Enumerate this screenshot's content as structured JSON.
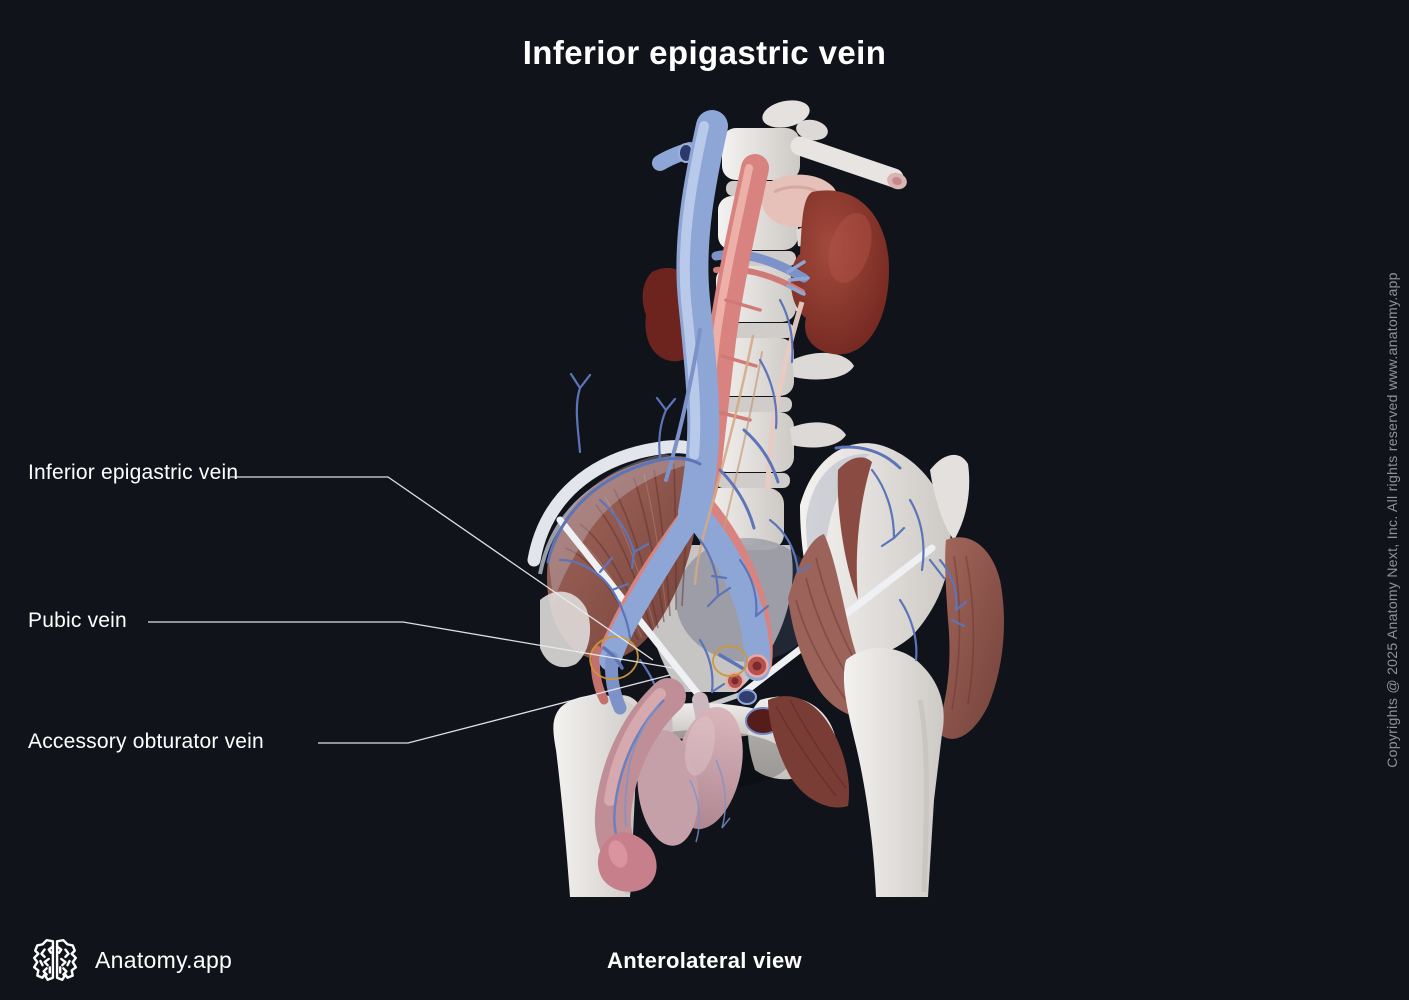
{
  "title": "Inferior epigastric vein",
  "labels": [
    {
      "id": "inferior-epigastric-vein",
      "text": "Inferior epigastric vein"
    },
    {
      "id": "pubic-vein",
      "text": "Pubic vein"
    },
    {
      "id": "accessory-obturator-vein",
      "text": "Accessory obturator vein"
    }
  ],
  "footer": {
    "brand": "Anatomy.app",
    "logo_icon": "brain-logo-icon",
    "view_label": "Anterolateral view"
  },
  "copyright": "Copyrights @ 2025 Anatomy Next, Inc. All rights reserved www.anatomy.app",
  "colors": {
    "background": "#10141a",
    "text_primary": "#ffffff",
    "text_muted": "#8f929a",
    "leader_line": "#e9ebef",
    "highlight_yellow": "#cf9733",
    "vein_blue": "#8ea6d6",
    "vein_blue_deep": "#5d74b8",
    "artery_red": "#d8837f",
    "bone_white": "#e9e7e4",
    "muscle_red": "#96594f",
    "kidney_dark_red": "#7e2d26",
    "skin_pink": "#c9a3ab"
  }
}
